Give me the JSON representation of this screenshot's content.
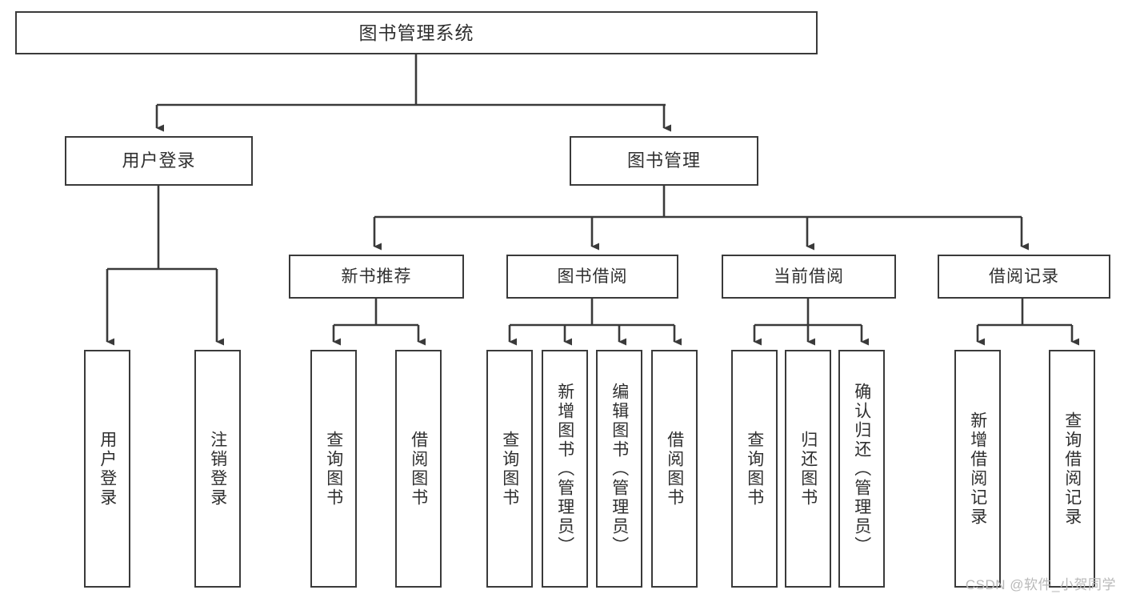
{
  "diagram": {
    "title": "图书管理系统",
    "type": "tree",
    "watermark": "CSDN @软件_小贺同学",
    "colors": {
      "border": "#3a3a3a",
      "text": "#2f2f2f",
      "background": "#ffffff",
      "watermark": "#b9b9b9"
    },
    "root": {
      "label": "图书管理系统"
    },
    "level2": [
      {
        "label": "用户登录"
      },
      {
        "label": "图书管理"
      }
    ],
    "level3": [
      {
        "label": "新书推荐"
      },
      {
        "label": "图书借阅"
      },
      {
        "label": "当前借阅"
      },
      {
        "label": "借阅记录"
      }
    ],
    "leaves": {
      "user_login": [
        {
          "label": "用户登录"
        },
        {
          "label": "注销登录"
        }
      ],
      "new_book": [
        {
          "label": "查询图书"
        },
        {
          "label": "借阅图书"
        }
      ],
      "book_borrow": [
        {
          "label": "查询图书"
        },
        {
          "label": "新增图书（管理员）"
        },
        {
          "label": "编辑图书（管理员）"
        },
        {
          "label": "借阅图书"
        }
      ],
      "current_borrow": [
        {
          "label": "查询图书"
        },
        {
          "label": "归还图书"
        },
        {
          "label": "确认归还（管理员）"
        }
      ],
      "borrow_record": [
        {
          "label": "新增借阅记录"
        },
        {
          "label": "查询借阅记录"
        }
      ]
    }
  }
}
